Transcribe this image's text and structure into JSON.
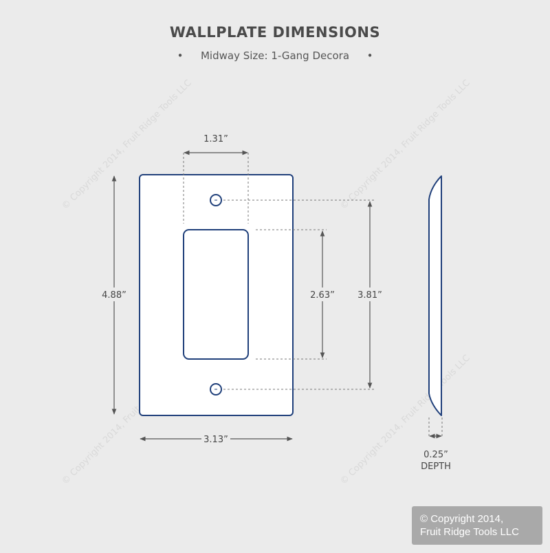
{
  "title": "WALLPLATE DIMENSIONS",
  "subtitle": "Midway Size: 1-Gang Decora",
  "bullet": "•",
  "dimensions": {
    "opening_spacing": "1.31”",
    "plate_height": "4.88”",
    "opening_height": "2.63”",
    "screw_spacing": "3.81”",
    "plate_width": "3.13”",
    "depth_value": "0.25”",
    "depth_label": "DEPTH"
  },
  "watermark": "© Copyright 2014, Fruit Ridge Tools LLC",
  "copyright": {
    "line1": "© Copyright 2014,",
    "line2": "Fruit Ridge Tools LLC"
  },
  "colors": {
    "background": "#ebebeb",
    "plate_fill": "#ffffff",
    "plate_outline": "#1f3f7a",
    "dimension_line": "#555555",
    "copyright_box": "#a9a9a9"
  }
}
